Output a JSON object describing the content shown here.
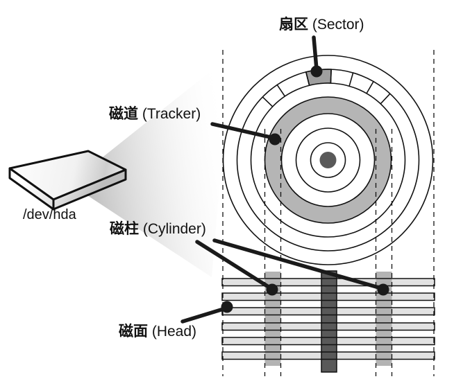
{
  "figure": {
    "kind": "hard-disk-structure-diagram",
    "background": "#ffffff"
  },
  "labels": {
    "sector": {
      "cjk": "扇区",
      "latin": " (Sector)"
    },
    "track": {
      "cjk": "磁道",
      "latin": " (Tracker)"
    },
    "cylinder": {
      "cjk": "磁柱",
      "latin": " (Cylinder)"
    },
    "head": {
      "cjk": "磁面",
      "latin": " (Head)"
    },
    "device": {
      "text": "/dev/hda"
    }
  },
  "colors": {
    "outline": "#1a1a1a",
    "track_ring": "#b5b5b5",
    "sector_fill": "#9f9f9f",
    "center_dot": "#595959",
    "spindle_bar": "#595959",
    "cylinder_bar": "#b3b3b3",
    "platter_fill": "#e2e2e2"
  }
}
